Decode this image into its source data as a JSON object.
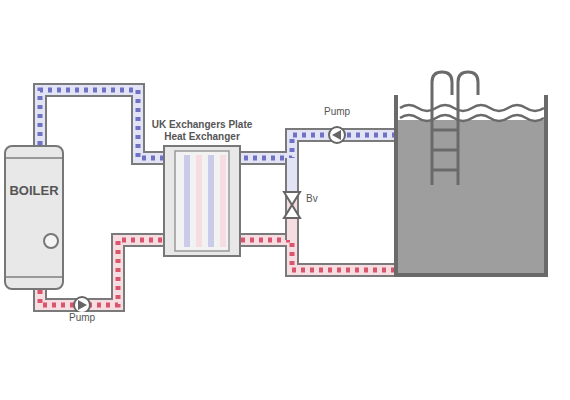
{
  "diagram": {
    "nodes": [
      {
        "text": [
          "BOILER"
        ]
      },
      {
        "text": [
          "UK Exchangers Plate Heat Exchanger"
        ]
      }
    ],
    "edges": [
      {
        "from": 0,
        "to": 1,
        "arrow": "none"
      },
      {
        "from": 0,
        "to": 1,
        "arrow": "none"
      }
    ],
    "labels": [
      "Pump",
      "Bv",
      "Pump"
    ]
  }
}
